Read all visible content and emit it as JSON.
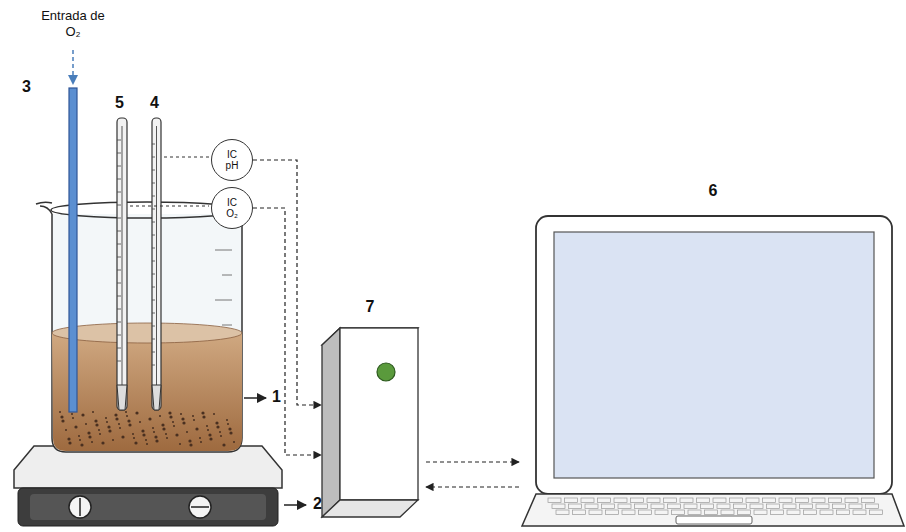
{
  "diagram": {
    "nodes": [
      {
        "text": [
          "IC pH"
        ]
      },
      {
        "text": [
          "IC O₂"
        ]
      },
      {
        "text": [
          "7"
        ]
      },
      {
        "text": [
          "6"
        ]
      }
    ],
    "edges": [
      {
        "from": 0,
        "to": 2,
        "arrow": "to"
      },
      {
        "from": 1,
        "to": 2,
        "arrow": "to"
      },
      {
        "from": 2,
        "to": 3,
        "arrow": "to"
      },
      {
        "from": 3,
        "to": 2,
        "arrow": "to"
      }
    ],
    "labels": [
      "Entrada de O₂",
      "3",
      "5",
      "4",
      "1",
      "2"
    ]
  }
}
